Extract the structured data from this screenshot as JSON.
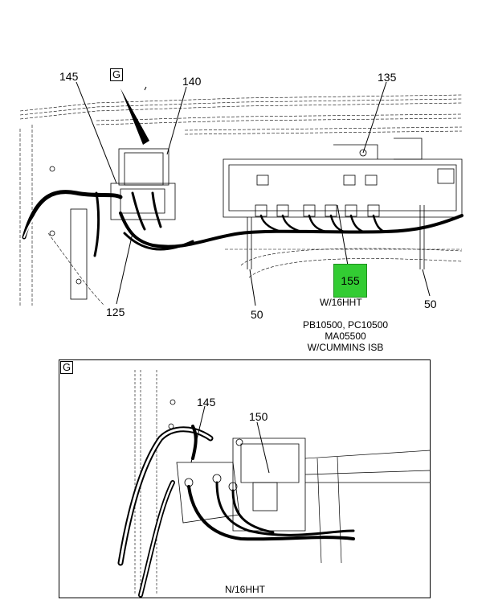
{
  "main_view": {
    "view_tag": "G",
    "callouts": {
      "c145": "145",
      "c140": "140",
      "c135": "135",
      "c125": "125",
      "c50_left": "50",
      "c50_right": "50",
      "c155": "155"
    },
    "highlight_color": "#33cc33",
    "note_155": "W/16HHT",
    "model_lines": [
      "PB10500, PC10500",
      "MA05500",
      "W/CUMMINS ISB"
    ]
  },
  "detail_view": {
    "view_tag": "G",
    "callouts": {
      "c145": "145",
      "c150": "150"
    },
    "caption": "N/16HHT"
  }
}
